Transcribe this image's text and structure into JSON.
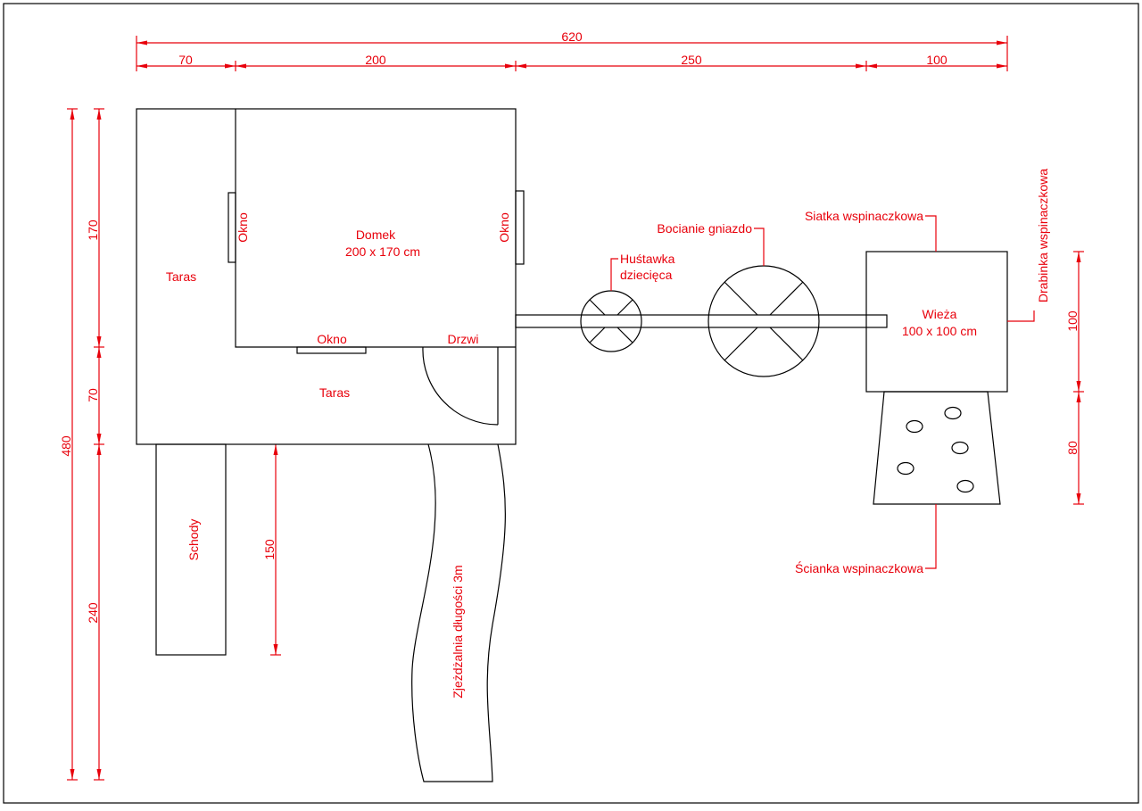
{
  "colors": {
    "dimension": "#e8000b",
    "outline": "#000000",
    "background": "#ffffff"
  },
  "dimensions": {
    "total_width": "620",
    "w1": "70",
    "w2": "200",
    "w3": "250",
    "w4": "100",
    "total_height": "480",
    "h_house": "170",
    "h_terrace": "70",
    "h_stairs": "240",
    "slide_offset": "150",
    "tower_h": "100",
    "wall_h": "80"
  },
  "labels": {
    "house": "Domek",
    "house_size": "200 x 170 cm",
    "window_left": "Okno",
    "window_right": "Okno",
    "window_bottom": "Okno",
    "door": "Drzwi",
    "terrace_left": "Taras",
    "terrace_bottom": "Taras",
    "stairs": "Schody",
    "slide": "Zjeżdżalnia długości 3m",
    "swing_line1": "Huśtawka",
    "swing_line2": "dziecięca",
    "stork_nest": "Bocianie gniazdo",
    "climbing_net": "Siatka wspinaczkowa",
    "ladder": "Drabinka wspinaczkowa",
    "tower": "Wieża",
    "tower_size": "100 x 100 cm",
    "climbing_wall": "Ścianka wspinaczkowa"
  }
}
